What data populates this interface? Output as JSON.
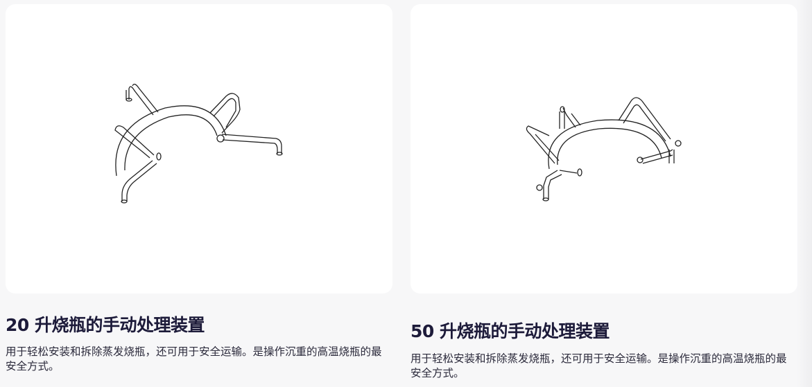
{
  "products": [
    {
      "title": "20 升烧瓶的手动处理装置",
      "description": "用于轻松安装和拆除蒸发烧瓶，还可用于安全运输。是操作沉重的高温烧瓶的最安全方式。",
      "image": "flask-handling-device-20l-drawing"
    },
    {
      "title": "50 升烧瓶的手动处理装置",
      "description": "用于轻松安装和拆除蒸发烧瓶，还可用于安全运输。是操作沉重的高温烧瓶的最安全方式。",
      "image": "flask-handling-device-50l-drawing"
    }
  ]
}
